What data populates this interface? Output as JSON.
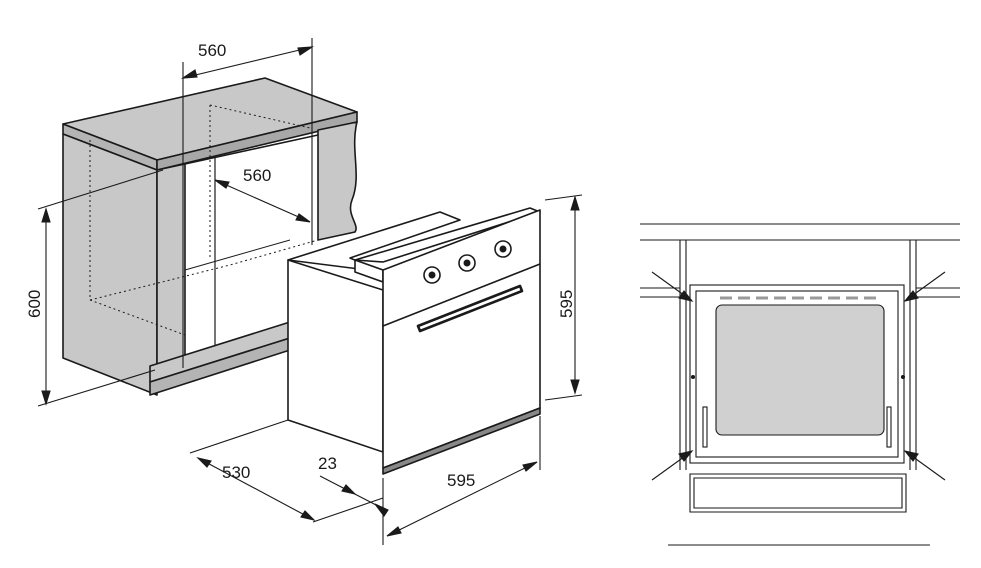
{
  "dimensions": {
    "cabinet_width_top": "560",
    "cabinet_depth": "560",
    "cabinet_height": "600",
    "oven_height": "595",
    "oven_depth": "530",
    "front_panel_thickness": "23",
    "oven_width": "595"
  },
  "colors": {
    "line": "#1a1a1a",
    "cabinet_fill": "#c8c8c8",
    "cabinet_shade": "#b4b4b4",
    "oven_fill": "#ffffff",
    "window_fill": "#d0d0d0"
  },
  "icons": [
    "mounting-screw-arrow-icon"
  ]
}
